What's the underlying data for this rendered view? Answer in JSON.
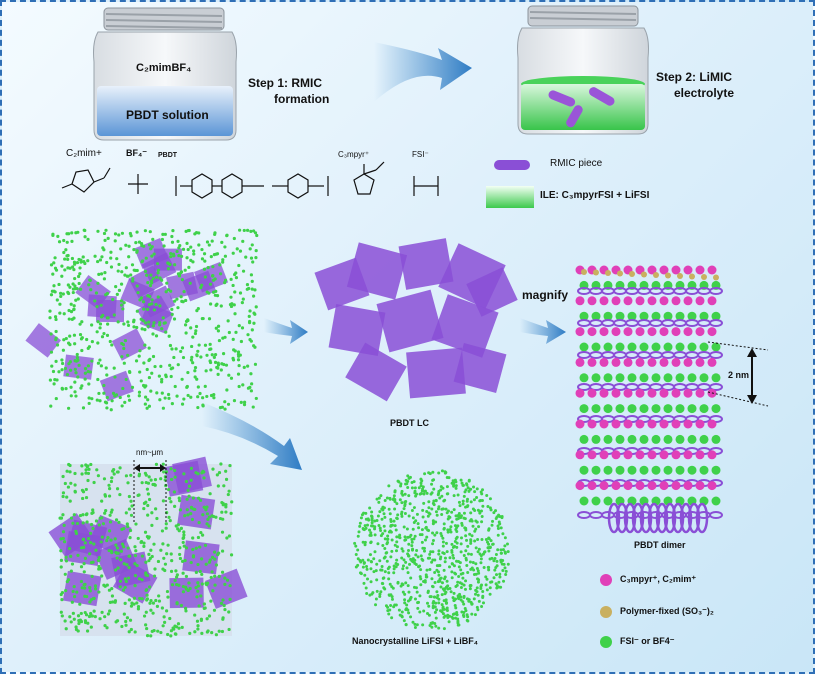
{
  "jar1": {
    "label": "C₂mimBF₄",
    "solution": "PBDT solution"
  },
  "step1": {
    "line1": "Step 1: RMIC",
    "line2": "formation"
  },
  "step2": {
    "line1": "Step 2: LiMIC",
    "line2": "electrolyte"
  },
  "molecules": {
    "c2mim": "C₂mim+",
    "bf4": "BF₄⁻",
    "pbdt": "PBDT",
    "c3mpyr": "C₃mpyr⁺",
    "fsi": "FSI⁻"
  },
  "legend_top": {
    "rmic": "RMIC piece",
    "ile": "ILE: C₃mpyrFSI + LiFSI"
  },
  "labels": {
    "magnify": "magnify",
    "pbdt_lc": "PBDT LC",
    "nm_um": "nm~μm",
    "two_nm": "2 nm",
    "nanocrystalline": "Nanocrystalline LiFSI + LiBF₄",
    "pbdt_dimer": "PBDT dimer"
  },
  "legend_bottom": {
    "cation": "C₃mpyr⁺, C₂mim⁺",
    "polymer": "Polymer-fixed (SO₃⁻)₂",
    "anion": "FSI⁻ or BF4⁻"
  },
  "colors": {
    "purple": "#8a4fd6",
    "green": "#3fd14a",
    "magenta": "#e040b8",
    "gold": "#c9b060",
    "arrow": "#3a86c8",
    "border": "#2f6fb6"
  }
}
